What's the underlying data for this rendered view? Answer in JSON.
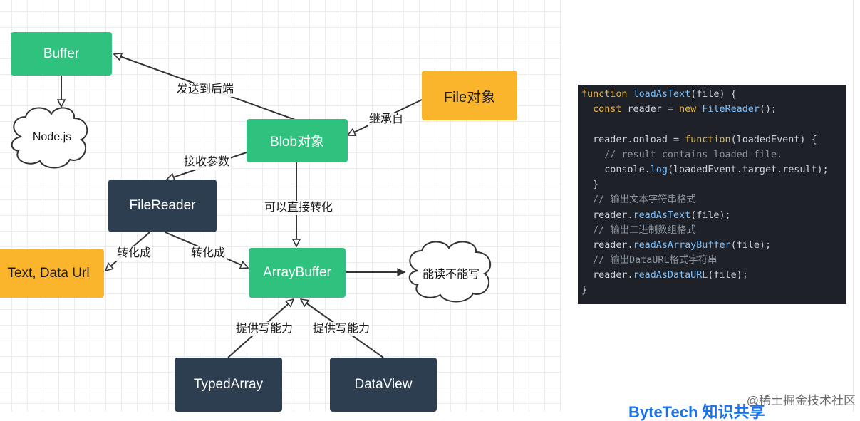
{
  "nodes": {
    "buffer": "Buffer",
    "nodejs": "Node.js",
    "blob": "Blob对象",
    "file": "File对象",
    "filereader": "FileReader",
    "text_dataurl": "Text, Data Url",
    "arraybuffer": "ArrayBuffer",
    "readwrite": "能读不能写",
    "typedarray": "TypedArray",
    "dataview": "DataView"
  },
  "edges": {
    "blob_to_buffer": "发送到后端",
    "file_to_blob": "继承自",
    "blob_to_filereader": "接收参数",
    "blob_to_arraybuffer": "可以直接转化",
    "filereader_to_text": "转化成",
    "filereader_to_arraybuffer": "转化成",
    "typedarray_to_arraybuffer": "提供写能力",
    "dataview_to_arraybuffer": "提供写能力"
  },
  "colors": {
    "green": "#2ec27e",
    "dark": "#2c3e50",
    "orange": "#fbb52c",
    "code_bg": "#1e2128"
  },
  "code_lines": [
    "function loadAsText(file) {",
    "  const reader = new FileReader();",
    "",
    "  reader.onload = function(loadedEvent) {",
    "    // result contains loaded file.",
    "    console.log(loadedEvent.target.result);",
    "  }",
    "  // 输出文本字符串格式",
    "  reader.readAsText(file);",
    "  // 输出二进制数组格式",
    "  reader.readAsArrayBuffer(file);",
    "  // 输出DataURL格式字符串",
    "  reader.readAsDataURL(file);",
    "}"
  ],
  "watermark": {
    "footer": "@稀土掘金技术社区",
    "brand": "ByteTech 知识共享"
  }
}
